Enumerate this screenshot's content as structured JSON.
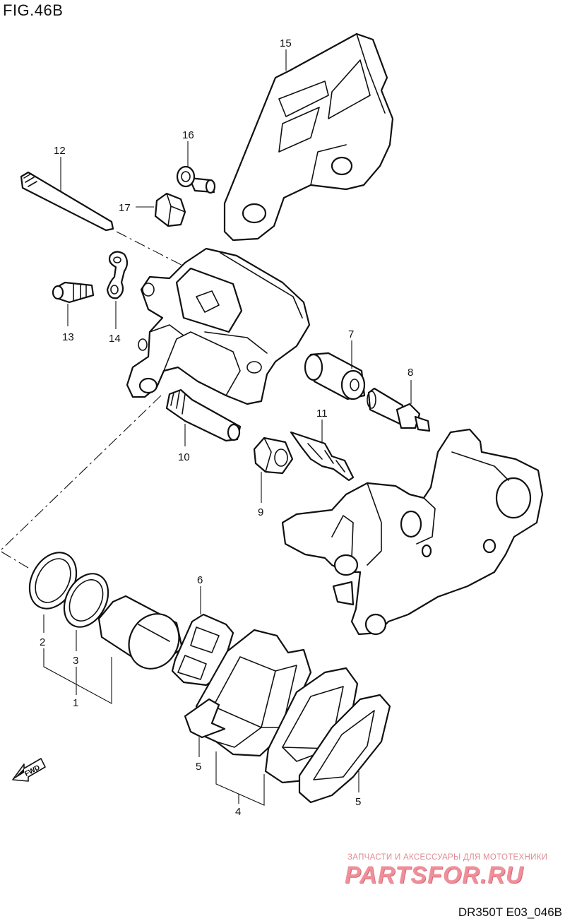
{
  "figure_title": "FIG.46B",
  "document_code": "DR350T E03_046B",
  "watermark": {
    "tagline": "ЗАПЧАСТИ И АКСЕССУАРЫ ДЛЯ МОТОТЕХНИКИ",
    "logo": "PARTSFOR.RU"
  },
  "fwd_label": "FWD",
  "callouts": {
    "c1": "1",
    "c2": "2",
    "c3": "3",
    "c4": "4",
    "c5a": "5",
    "c5b": "5",
    "c6": "6",
    "c7": "7",
    "c8": "8",
    "c9": "9",
    "c10": "10",
    "c11": "11",
    "c12": "12",
    "c13": "13",
    "c14": "14",
    "c15": "15",
    "c16": "16",
    "c17": "17"
  }
}
